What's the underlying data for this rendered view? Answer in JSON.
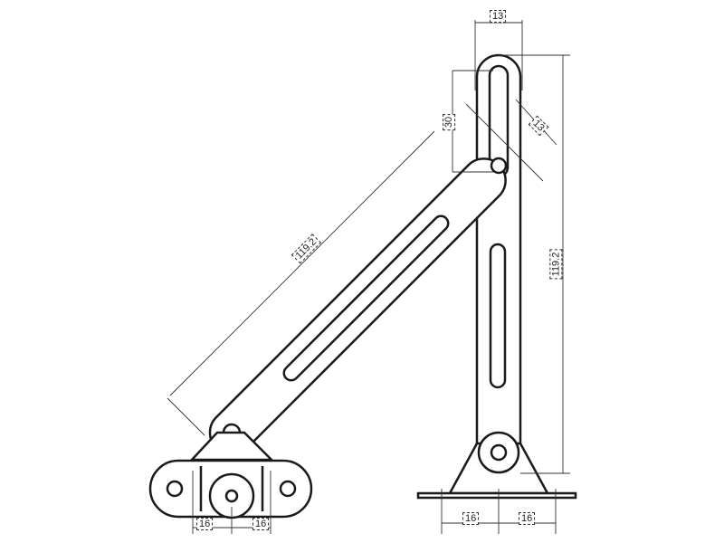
{
  "dimensions": {
    "top_width": "13",
    "slot_length": "30",
    "arm_width": "13",
    "diagonal_length": "119.2",
    "vertical_length": "119.2",
    "left_base_spacing_1": "16",
    "left_base_spacing_2": "16",
    "right_base_spacing_1": "16",
    "right_base_spacing_2": "16"
  }
}
